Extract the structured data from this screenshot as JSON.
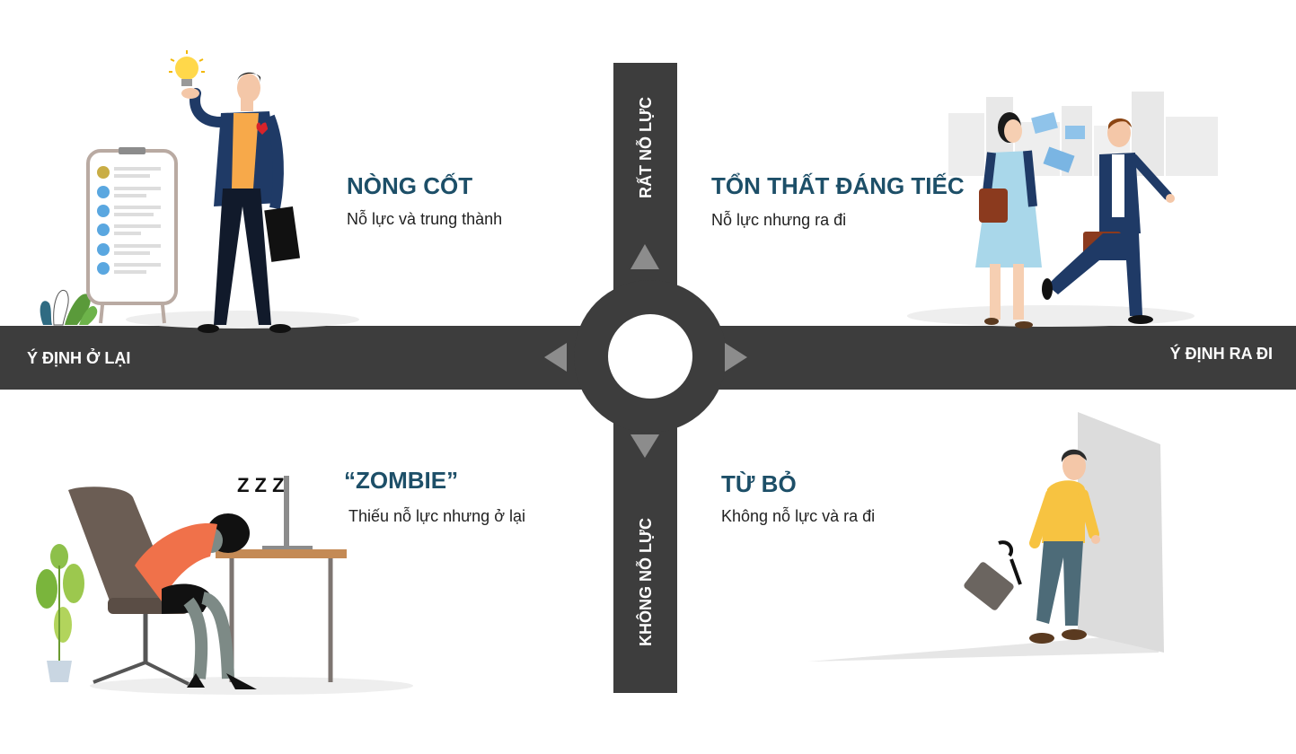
{
  "axes": {
    "left": "Ý ĐỊNH Ở LẠI",
    "right": "Ý ĐỊNH RA ĐI",
    "top": "RẤT NỖ LỰC",
    "bottom": "KHÔNG NỖ LỰC"
  },
  "quadrants": {
    "top_left": {
      "title": "NÒNG CỐT",
      "subtitle": "Nỗ lực và trung thành"
    },
    "top_right": {
      "title": "TỔN THẤT ĐÁNG TIẾC",
      "subtitle": "Nỗ lực nhưng ra đi"
    },
    "bottom_left": {
      "title": "“ZOMBIE”",
      "subtitle": "Thiếu nỗ lực nhưng ở lại"
    },
    "bottom_right": {
      "title": "TỪ BỎ",
      "subtitle": "Không nỗ lực và ra đi"
    }
  },
  "illustration": {
    "sleep_letters": "Z Z Z"
  },
  "colors": {
    "road": "#3d3d3d",
    "title": "#1d4f68",
    "arrow": "#8c8c8c"
  }
}
